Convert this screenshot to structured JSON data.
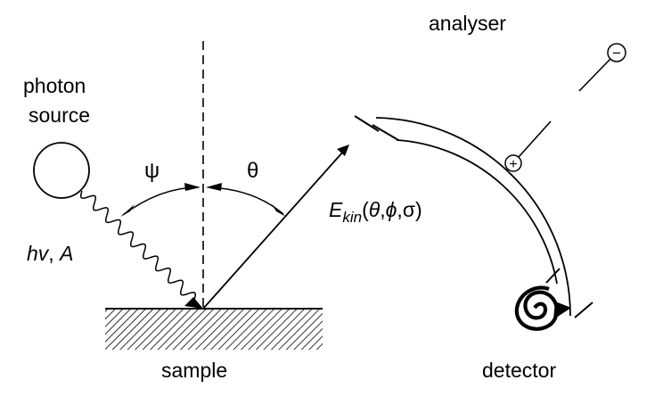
{
  "labels": {
    "photon_source_line1": "photon",
    "photon_source_line2": "source",
    "photon_energy_hv": "hv",
    "photon_energy_sep": ", ",
    "photon_energy_A": "A",
    "sample": "sample",
    "analyser": "analyser",
    "detector": "detector",
    "angle_psi": "ψ",
    "angle_theta": "θ",
    "ekin_E": "E",
    "ekin_sub": "kin",
    "ekin_open": "(",
    "ekin_theta": "θ",
    "ekin_comma1": ",",
    "ekin_phi": "ϕ",
    "ekin_comma2": ",",
    "ekin_sigma": "σ",
    "ekin_close": ")"
  },
  "symbols": {
    "negative": "−",
    "positive": "+"
  },
  "colors": {
    "stroke": "#000000",
    "background": "#ffffff"
  }
}
